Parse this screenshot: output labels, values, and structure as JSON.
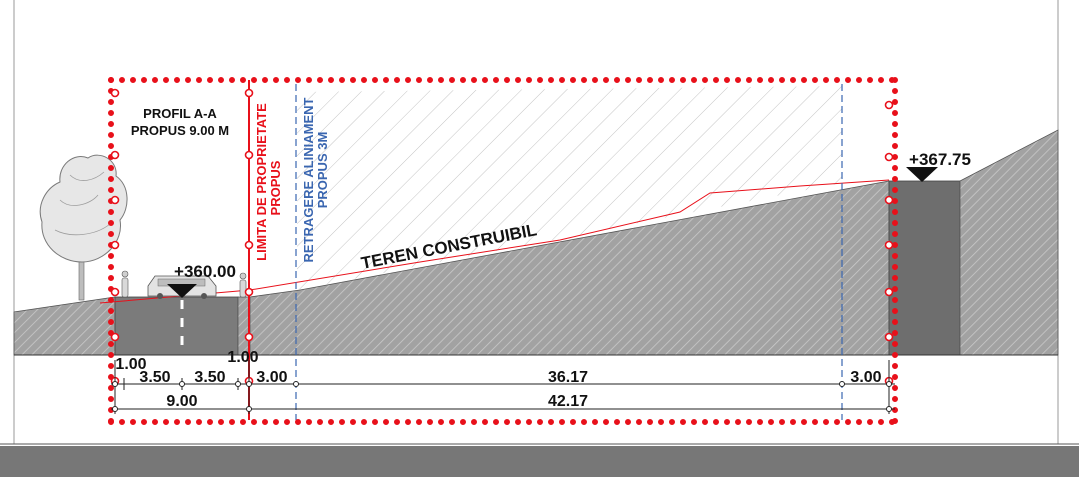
{
  "section": {
    "title_line1": "PROFIL A-A",
    "title_line2": "PROPUS 9.00 M"
  },
  "labels": {
    "property_limit_line1": "LIMITA DE PROPRIETATE",
    "property_limit_line2": "PROPUS",
    "setback_line1": "RETRAGERE ALINIAMENT",
    "setback_line2": "PROPUS 3M",
    "terrain": "TEREN CONSTRUIBIL"
  },
  "levels": {
    "left": "+360.00",
    "right": "+367.75"
  },
  "dimensions": {
    "sidewalk_left": "1.00",
    "sidewalk_right": "1.00",
    "lane_left": "3.50",
    "lane_right": "3.50",
    "setback_front": "3.00",
    "buildable_depth": "36.17",
    "setback_back": "3.00",
    "road_total": "9.00",
    "plot_total": "42.17"
  },
  "colors": {
    "property_red": "#e8101a",
    "setback_blue": "#3a66b0",
    "ground_grey": "#9a9a9a",
    "road_grey": "#7b7b7b",
    "platform_grey": "#6e6e6e",
    "footer_grey": "#777777"
  }
}
